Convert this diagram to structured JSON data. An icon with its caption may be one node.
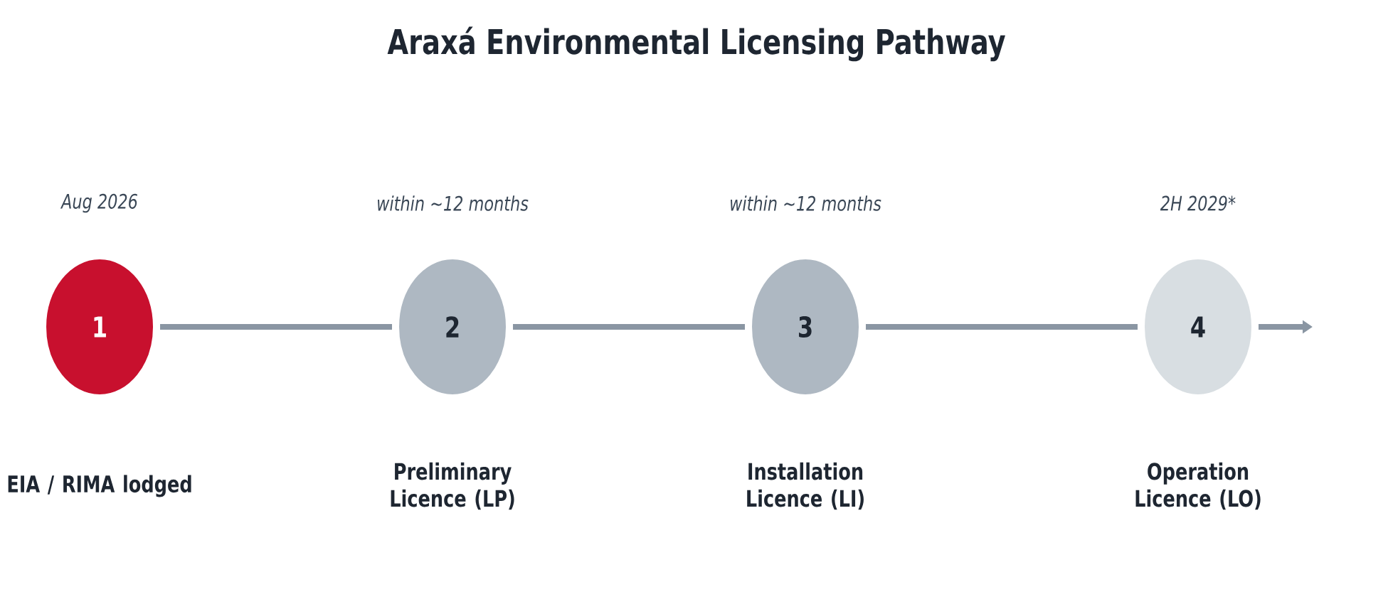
{
  "diagram": {
    "title": "Araxá Environmental Licensing Pathway",
    "nodes": [
      {
        "text": [
          "1"
        ],
        "beside": [
          "Aug 2026",
          "EIA / RIMA lodged"
        ]
      },
      {
        "text": [
          "2"
        ],
        "beside": [
          "within ~12 months",
          "Preliminary Licence (LP)"
        ]
      },
      {
        "text": [
          "3"
        ],
        "beside": [
          "within ~12 months",
          "Installation Licence (LI)"
        ]
      },
      {
        "text": [
          "4"
        ],
        "beside": [
          "2H 2029*",
          "Operation Licence (LO)"
        ]
      }
    ],
    "edges": [
      {
        "from": 0,
        "to": 1,
        "arrow": "none"
      },
      {
        "from": 1,
        "to": 2,
        "arrow": "none"
      },
      {
        "from": 2,
        "to": 3,
        "arrow": "none"
      },
      {
        "from": 3,
        "to": null,
        "arrow": "to"
      }
    ]
  }
}
